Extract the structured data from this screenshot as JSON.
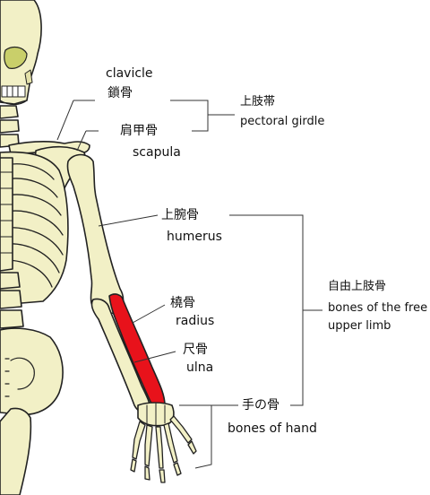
{
  "labels": {
    "clavicle_en": "clavicle",
    "clavicle_jp": "鎖骨",
    "scapula_jp": "肩甲骨",
    "scapula_en": "scapula",
    "pectoral_jp": "上肢帯",
    "pectoral_en": "pectoral girdle",
    "humerus_jp": "上腕骨",
    "humerus_en": "humerus",
    "radius_jp": "橈骨",
    "radius_en": "radius",
    "ulna_jp": "尺骨",
    "ulna_en": "ulna",
    "hand_jp": "手の骨",
    "hand_en": "bones of hand",
    "free_limb_jp": "自由上肢骨",
    "free_limb_en_1": "bones of the free",
    "free_limb_en_2": "upper limb"
  },
  "colors": {
    "bone": "#f2f0c6",
    "outline": "#222222",
    "highlight": "#e8121b",
    "leader": "#333333"
  }
}
